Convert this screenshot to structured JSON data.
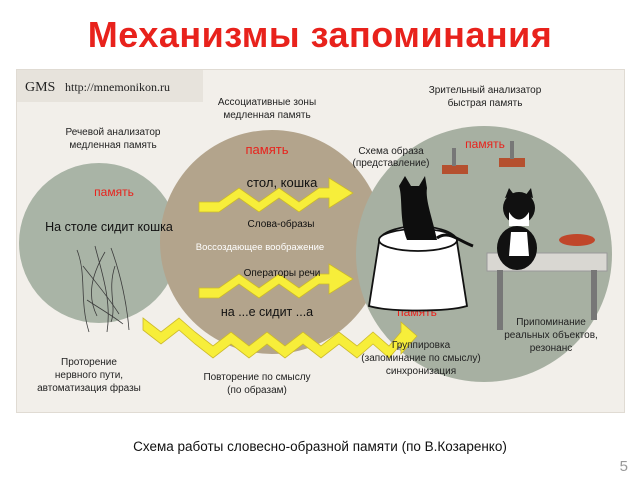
{
  "title": "Механизмы запоминания",
  "brand": {
    "logo": "GMS",
    "url": "http://mnemonikon.ru"
  },
  "labels": {
    "assoc_zones_1": "Ассоциативные зоны",
    "assoc_zones_2": "медленная память",
    "visual_1": "Зрительный анализатор",
    "visual_2": "быстрая память",
    "speech_1": "Речевой анализатор",
    "speech_2": "медленная память",
    "schema_1": "Схема образа",
    "schema_2": "(представление)",
    "memory": "память",
    "phrase": "На столе сидит кошка",
    "words_objects": "стол, кошка",
    "words_images": "Слова-образы",
    "reconstructive": "Воссоздающее воображение",
    "speech_operators": "Операторы речи",
    "sentence_frame": "на ...е сидит ...а",
    "recall_1": "Припоминание",
    "recall_2": "реальных объектов,",
    "recall_3": "резонанс",
    "pathway_1": "Протորение",
    "pathway_2": "нервного пути,",
    "pathway_3": "автоматизация фразы",
    "repeat_1": "Повторение по смыслу",
    "repeat_2": "(по образам)",
    "grouping_1": "Группировка",
    "grouping_2": "(запоминание по смыслу)",
    "grouping_3": "синхронизация"
  },
  "caption": "Схема работы словесно-образной памяти (по В.Козаренко)",
  "page_number": "5",
  "colors": {
    "title": "#e8221c",
    "memory_label": "#e8221c",
    "left_circle": "#a9b4a6",
    "middle_circle": "#b3a48c",
    "right_circle": "#a7b0a2",
    "arrow": "#f7ee3a"
  }
}
